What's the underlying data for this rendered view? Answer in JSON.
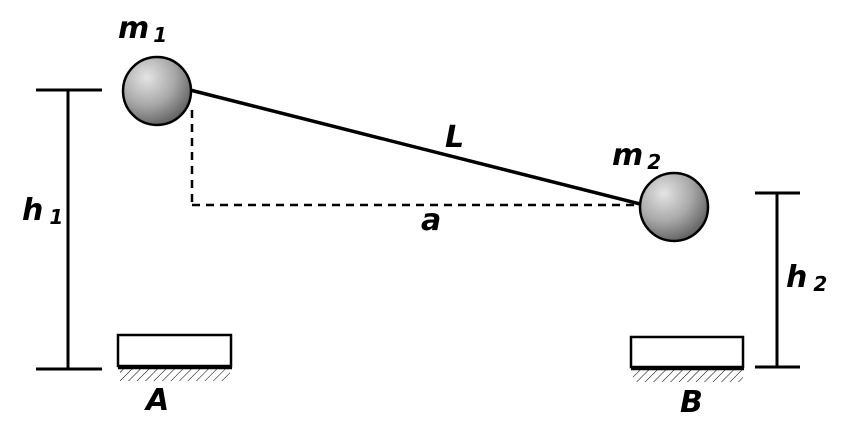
{
  "labels": {
    "mass1": "m",
    "mass1_sub": "1",
    "mass2": "m",
    "mass2_sub": "2",
    "rod": "L",
    "horizontal": "a",
    "height1": "h",
    "height1_sub": "1",
    "height2": "h",
    "height2_sub": "2",
    "support_a": "A",
    "support_b": "B"
  },
  "colors": {
    "line": "#000000",
    "ball_light": "#d8d8d8",
    "ball_dark": "#6a6a6a",
    "support_fill": "#ffffff"
  }
}
